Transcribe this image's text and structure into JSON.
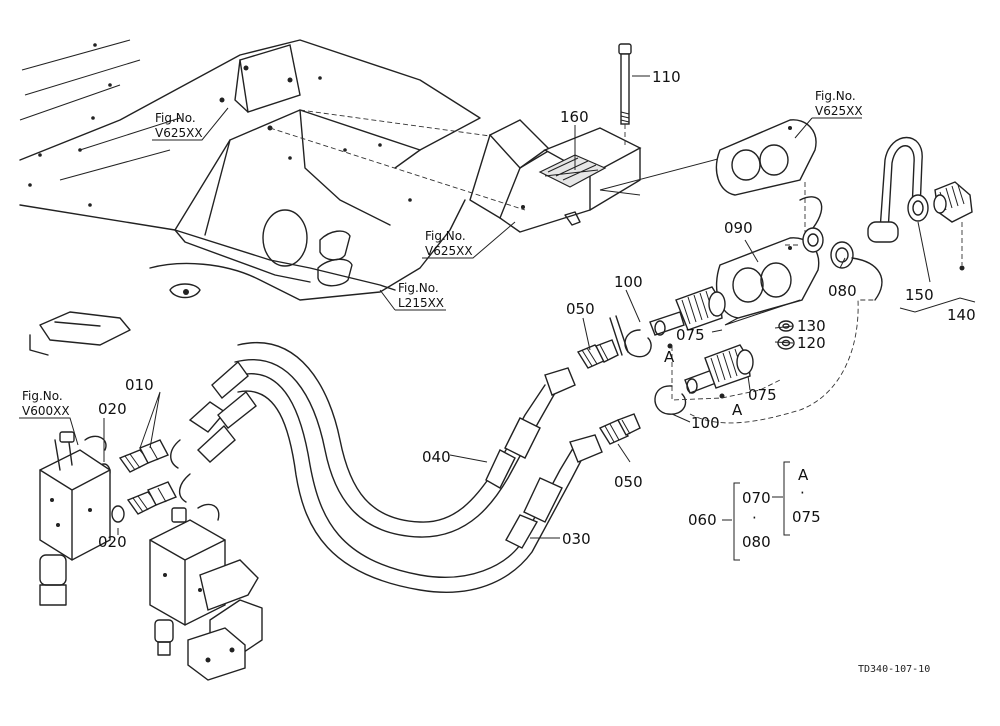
{
  "figure_refs": {
    "v625_top": [
      "Fig.No.",
      "V625XX"
    ],
    "v625_left": [
      "Fig.No.",
      "V625XX"
    ],
    "v625_mid": [
      "Fig.No.",
      "V625XX"
    ],
    "l215": [
      "Fig.No.",
      "L215XX"
    ],
    "v600": [
      "Fig.No.",
      "V600XX"
    ]
  },
  "callouts": {
    "p110": "110",
    "p160": "160",
    "p090": "090",
    "p100a": "100",
    "p100b": "100",
    "p050a": "050",
    "p050b": "050",
    "p075a": "075",
    "p075b": "075",
    "pA1": "A",
    "pA2": "A",
    "p130": "130",
    "p120": "120",
    "p080": "080",
    "p150": "150",
    "p140": "140",
    "p010": "010",
    "p020a": "020",
    "p020b": "020",
    "p040": "040",
    "p030": "030"
  },
  "legend": {
    "l060": "060",
    "l070": "070",
    "l080": "080",
    "lA": "A",
    "l075": "075",
    "dot": "·"
  },
  "drawing_code": "TD340-107-10"
}
